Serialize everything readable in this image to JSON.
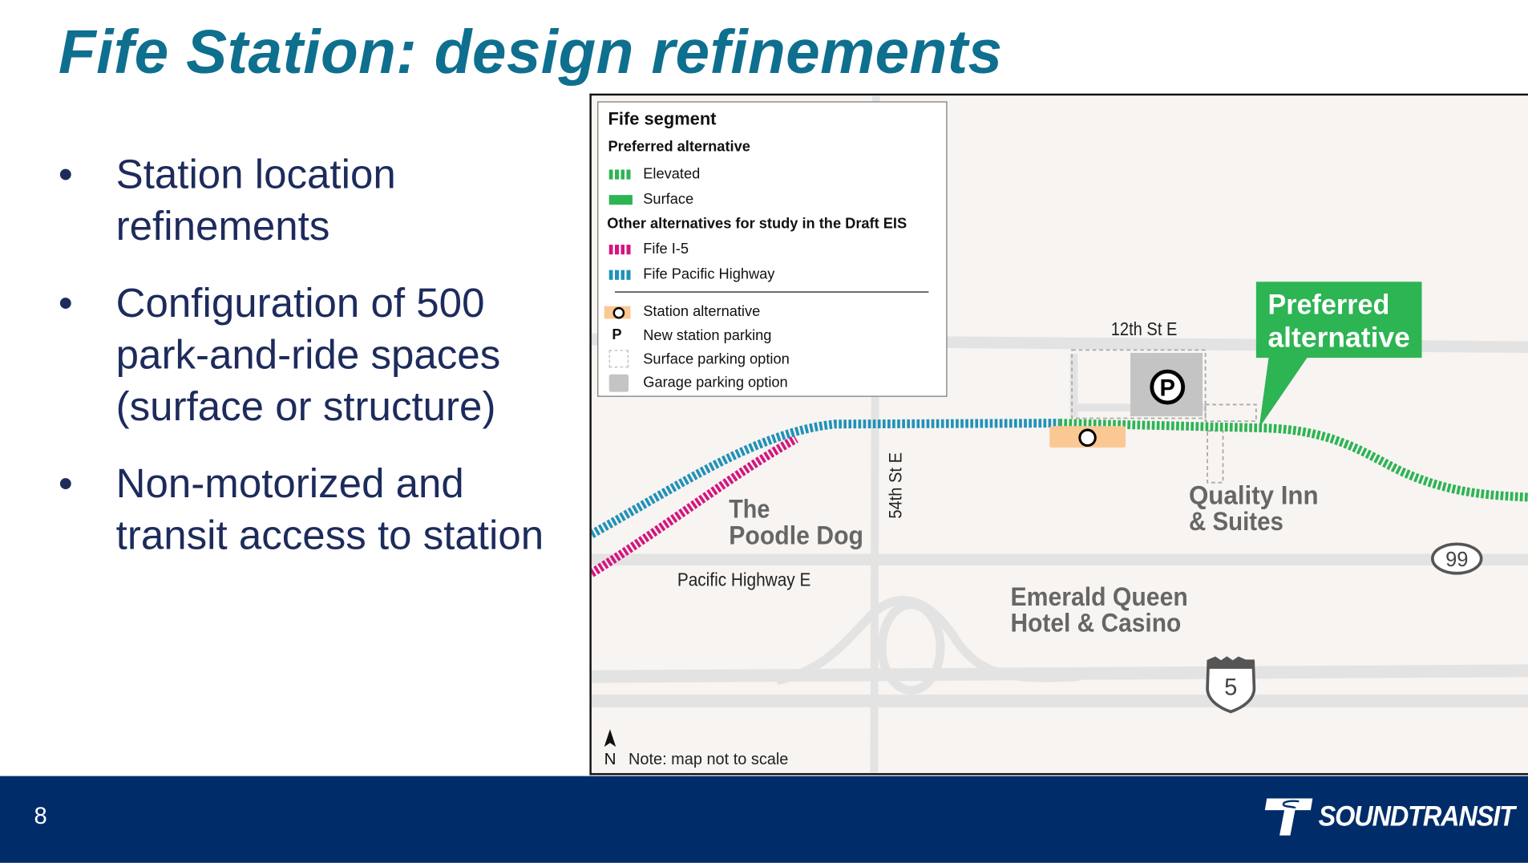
{
  "slide": {
    "title": "Fife Station: design refinements",
    "page_number": "8",
    "bullets": [
      {
        "marker": "•",
        "text": "Station location refinements"
      },
      {
        "marker": "•",
        "text": "Configuration of 500 park-and-ride spaces (surface or structure)"
      },
      {
        "marker": "•",
        "text": "Non-motorized and transit access to station"
      }
    ]
  },
  "map": {
    "legend": {
      "title": "Fife segment",
      "preferred_heading": "Preferred alternative",
      "elevated": "Elevated",
      "surface": "Surface",
      "other_heading": "Other alternatives for study in the Draft EIS",
      "fife_i5": "Fife I-5",
      "fife_pacific": "Fife Pacific Highway",
      "station_alt": "Station alternative",
      "parking_symbol": "P",
      "new_parking": "New station parking",
      "surface_parking": "Surface parking option",
      "garage_parking": "Garage parking option"
    },
    "callout": {
      "line1": "Preferred",
      "line2": "alternative"
    },
    "labels": {
      "street_12th": "12th St E",
      "street_54th": "54th St E",
      "pacific_hwy": "Pacific Highway E",
      "poodle_1": "The",
      "poodle_2": "Poodle Dog",
      "quality_1": "Quality Inn",
      "quality_2": "& Suites",
      "emerald_1": "Emerald Queen",
      "emerald_2": "Hotel & Casino",
      "sr99": "99",
      "i5": "5",
      "parking": "P",
      "north": "N",
      "note": "Note: map not to scale"
    },
    "colors": {
      "preferred_green": "#2db453",
      "fife_i5_pink": "#d4157f",
      "fife_pacific_blue": "#2191b8",
      "station_orange": "#fbc894",
      "garage_gray": "#c4c4c4",
      "road_gray": "#e3e3e3"
    }
  },
  "footer": {
    "logo_text": "SoundTransit",
    "background": "#002d6a"
  }
}
